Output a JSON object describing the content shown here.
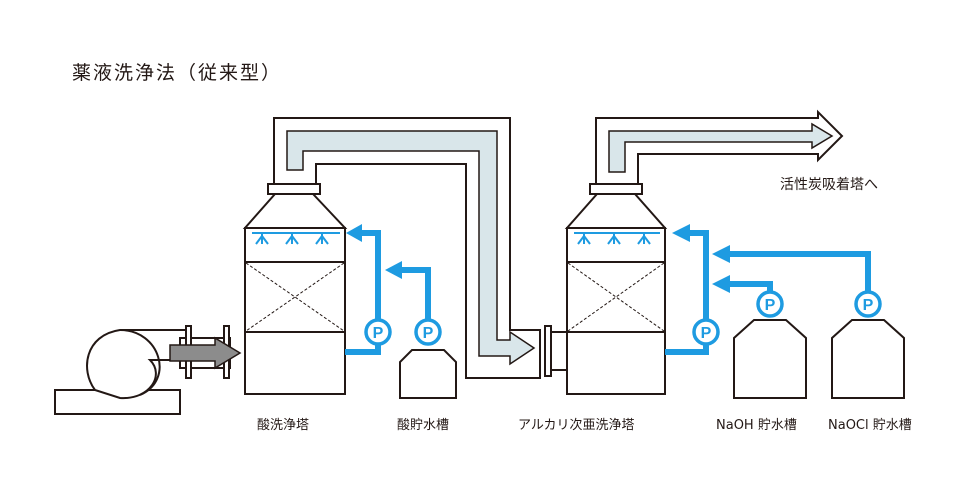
{
  "title": "薬液洗浄法（従来型）",
  "labels": {
    "acid_tower": "酸洗浄塔",
    "acid_tank": "酸貯水槽",
    "alkali_tower": "アルカリ次亜洗浄塔",
    "naoh_tank": "NaOH 貯水槽",
    "naocl_tank": "NaOCl 貯水槽",
    "outlet": "活性炭吸着塔へ"
  },
  "pump_symbol": "P",
  "colors": {
    "line": "#231815",
    "liquid": "#1e9be1",
    "duct_fill": "#d9e6ea",
    "arrow_fill": "#8c8c8c"
  }
}
